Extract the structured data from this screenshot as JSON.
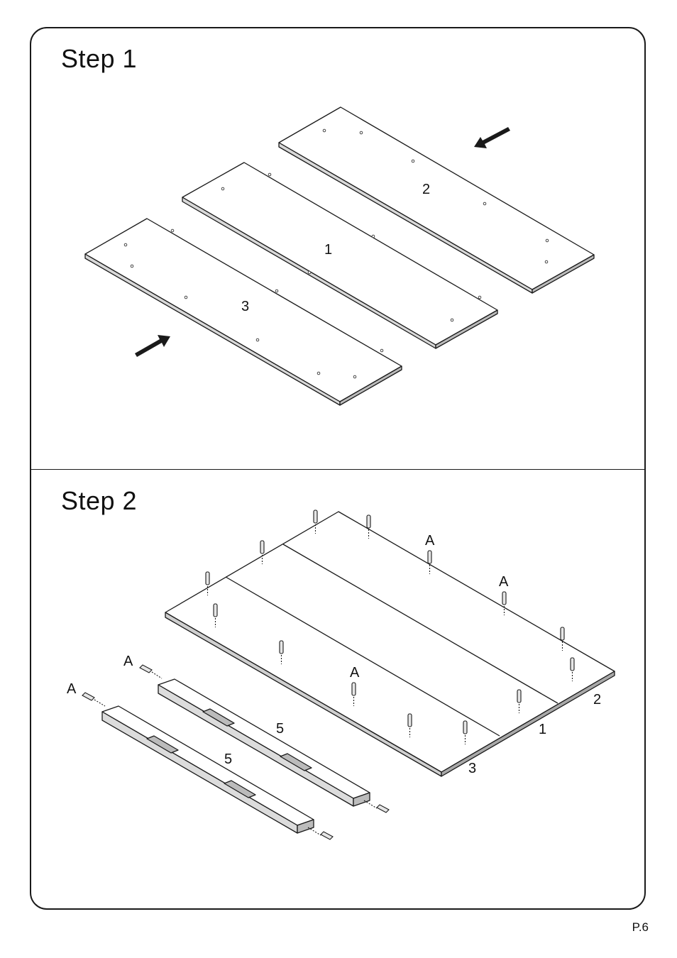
{
  "steps": [
    {
      "title": "Step  1"
    },
    {
      "title": "Step  2"
    }
  ],
  "step1": {
    "panel_labels": [
      "2",
      "1",
      "3"
    ]
  },
  "step2": {
    "panel_labels": [
      "2",
      "1",
      "3"
    ],
    "rail_labels": [
      "5",
      "5"
    ],
    "dowel_labels": [
      "A",
      "A",
      "A",
      "A",
      "A"
    ]
  },
  "footer": {
    "page": "P.6"
  }
}
